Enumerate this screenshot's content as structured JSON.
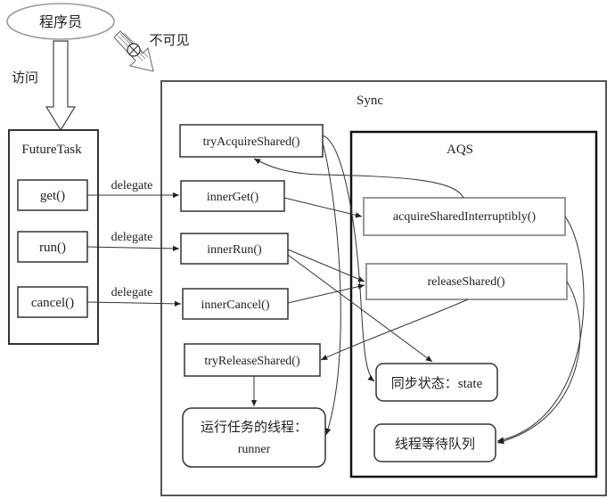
{
  "programmer": "程序员",
  "access_label": "访问",
  "invisible_label": "不可见",
  "sync": {
    "title": "Sync",
    "methods": {
      "try_acquire": "tryAcquireShared()",
      "inner_get": "innerGet()",
      "inner_run": "innerRun()",
      "inner_cancel": "innerCancel()",
      "try_release": "tryReleaseShared()",
      "runner_line1": "运行任务的线程：",
      "runner_line2": "runner"
    }
  },
  "aqs": {
    "title": "AQS",
    "acquire": "acquireSharedInterruptibly()",
    "release": "releaseShared()",
    "state": "同步状态：state",
    "queue": "线程等待队列"
  },
  "futuretask": {
    "title": "FutureTask",
    "get": "get()",
    "run": "run()",
    "cancel": "cancel()"
  },
  "delegate_labels": [
    "delegate",
    "delegate",
    "delegate"
  ]
}
